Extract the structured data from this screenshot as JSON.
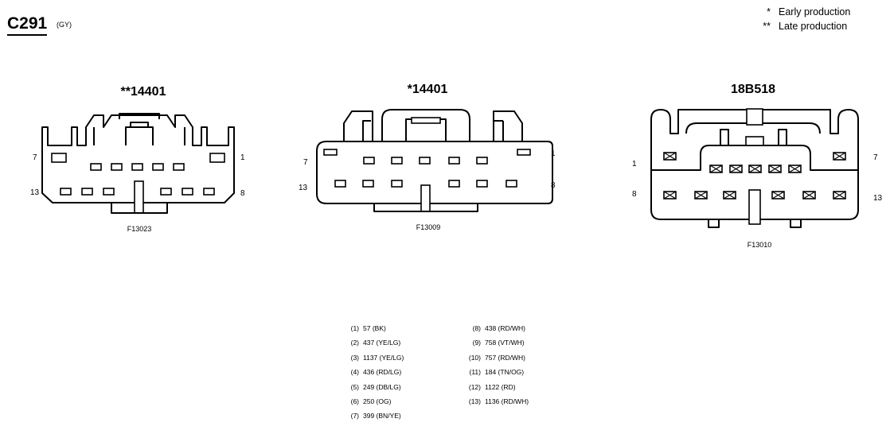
{
  "connector": {
    "id": "C291",
    "color_code": "(GY)"
  },
  "legend": [
    {
      "mark": "*",
      "text": "Early production"
    },
    {
      "mark": "**",
      "text": "Late production"
    }
  ],
  "views": [
    {
      "part_number": "**14401",
      "figure": "F13023",
      "labels": {
        "top_left": "7",
        "bottom_left": "13",
        "top_right": "1",
        "bottom_right": "8"
      }
    },
    {
      "part_number": "*14401",
      "figure": "F13009",
      "labels": {
        "top_left": "7",
        "bottom_left": "13",
        "top_right": "1",
        "bottom_right": "8"
      }
    },
    {
      "part_number": "18B518",
      "figure": "F13010",
      "labels": {
        "top_left": "1",
        "bottom_left": "8",
        "top_right": "7",
        "bottom_right": "13"
      }
    }
  ],
  "pinout": [
    {
      "pin": "(1)",
      "circuit": "57 (BK)"
    },
    {
      "pin": "(2)",
      "circuit": "437 (YE/LG)"
    },
    {
      "pin": "(3)",
      "circuit": "1137 (YE/LG)"
    },
    {
      "pin": "(4)",
      "circuit": "436 (RD/LG)"
    },
    {
      "pin": "(5)",
      "circuit": "249 (DB/LG)"
    },
    {
      "pin": "(6)",
      "circuit": "250 (OG)"
    },
    {
      "pin": "(7)",
      "circuit": "399 (BN/YE)"
    },
    {
      "pin": "(8)",
      "circuit": "438 (RD/WH)"
    },
    {
      "pin": "(9)",
      "circuit": "758 (VT/WH)"
    },
    {
      "pin": "(10)",
      "circuit": "757 (RD/WH)"
    },
    {
      "pin": "(11)",
      "circuit": "184 (TN/OG)"
    },
    {
      "pin": "(12)",
      "circuit": "1122 (RD)"
    },
    {
      "pin": "(13)",
      "circuit": "1136 (RD/WH)"
    }
  ]
}
